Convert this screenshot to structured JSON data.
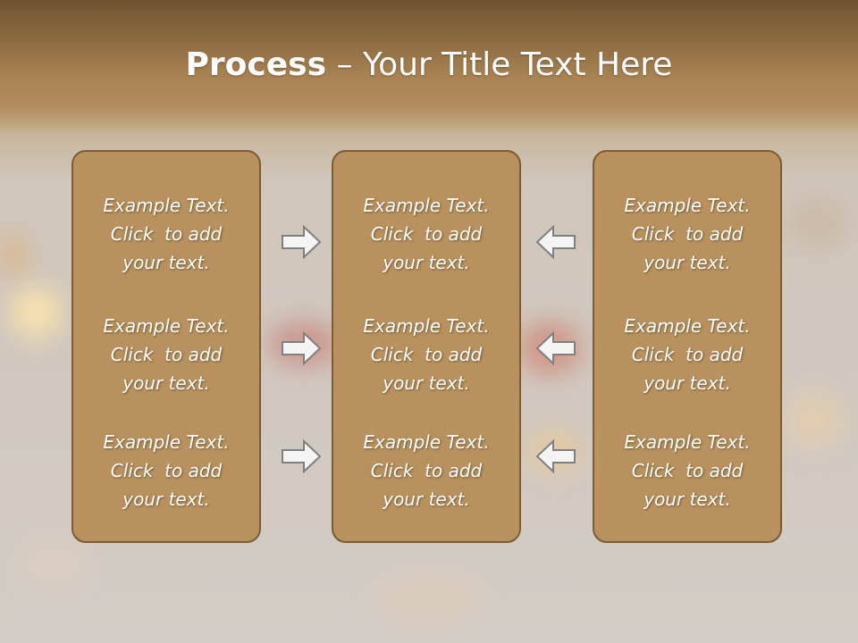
{
  "slide": {
    "title_bold": "Process",
    "title_rest": " – Your Title Text Here"
  },
  "columns": [
    {
      "items": [
        {
          "line1": "Example Text.",
          "line2": "Click  to add",
          "line3": "your text."
        },
        {
          "line1": "Example Text.",
          "line2": "Click  to add",
          "line3": "your text."
        },
        {
          "line1": "Example Text.",
          "line2": "Click  to add",
          "line3": "your text."
        }
      ]
    },
    {
      "items": [
        {
          "line1": "Example Text.",
          "line2": "Click  to add",
          "line3": "your text."
        },
        {
          "line1": "Example Text.",
          "line2": "Click  to add",
          "line3": "your text."
        },
        {
          "line1": "Example Text.",
          "line2": "Click  to add",
          "line3": "your text."
        }
      ]
    },
    {
      "items": [
        {
          "line1": "Example Text.",
          "line2": "Click  to add",
          "line3": "your text."
        },
        {
          "line1": "Example Text.",
          "line2": "Click  to add",
          "line3": "your text."
        },
        {
          "line1": "Example Text.",
          "line2": "Click  to add",
          "line3": "your text."
        }
      ]
    }
  ],
  "arrows": {
    "left_to_center": "arrow-right-icon",
    "right_to_center": "arrow-left-icon"
  },
  "colors": {
    "panel_fill": "#b8915e",
    "panel_border": "#7a5c35",
    "text": "#ffffff"
  }
}
